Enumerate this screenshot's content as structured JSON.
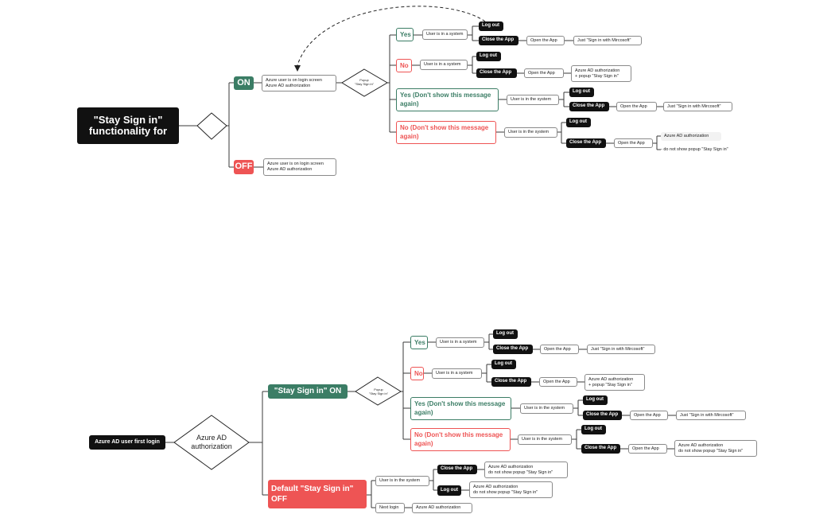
{
  "top": {
    "root": "\"Stay Sign in\" functionality for",
    "on": "ON",
    "off": "OFF",
    "on_login": [
      "Azure user is on login screen",
      "Azure AD authorization"
    ],
    "off_login": [
      "Azure user is on login screen",
      "Azure AD authorization"
    ],
    "popup": [
      "Popup",
      "\"Stay Sign in\""
    ],
    "yes": "Yes",
    "no": "No",
    "yes_dont": "Yes (Don't show this message again)",
    "no_dont": "No (Don't show this message again)",
    "user_in_system": "User is in a system",
    "user_in_the_system": "User is in the system",
    "log_out": "Log out",
    "close_app": "Close the App",
    "open_app": "Open the App",
    "just_sign_in": "Just \"Sign in with Mircosoft\"",
    "azure_popup": [
      "Azure AD authorization",
      "+ popup \"Stay Sign in\""
    ],
    "last_auth": "Azure AD authorization",
    "last_note": "- do not show popup \"Stay Sign in\""
  },
  "bottom": {
    "root": "Azure AD user first login",
    "diamond": "Azure AD authorization",
    "on": "\"Stay Sign in\" ON",
    "off": "Default \"Stay Sign in\" OFF",
    "popup": [
      "Popup",
      "\"Stay Sign in\""
    ],
    "yes": "Yes",
    "no": "No",
    "yes_dont": "Yes (Don't show this message again)",
    "no_dont": "No (Don't show this message again)",
    "user_in_system": "User is in a system",
    "user_in_the_system": "User is in the system",
    "log_out": "Log out",
    "close_app": "Close the App",
    "open_app": "Open the App",
    "just_sign_in": "Just \"Sign in with Mircosoft\"",
    "azure_popup": [
      "Azure AD authorization",
      "+ popup \"Stay Sign in\""
    ],
    "no_dont_auth": [
      "Azure AD authorization",
      "do not show popup \"Stay Sign in\""
    ],
    "off_close": [
      "Azure AD authorization",
      "do not show popup \"Stay Sign in\""
    ],
    "off_logout": [
      "Azure AD authorization",
      "do not show popup \"Stay Sign in\""
    ],
    "next_login": "Next login",
    "next_auth": "Azure AD authorization"
  },
  "colors": {
    "green": "#3b7d65",
    "red": "#ee5454",
    "dark": "#111111"
  }
}
